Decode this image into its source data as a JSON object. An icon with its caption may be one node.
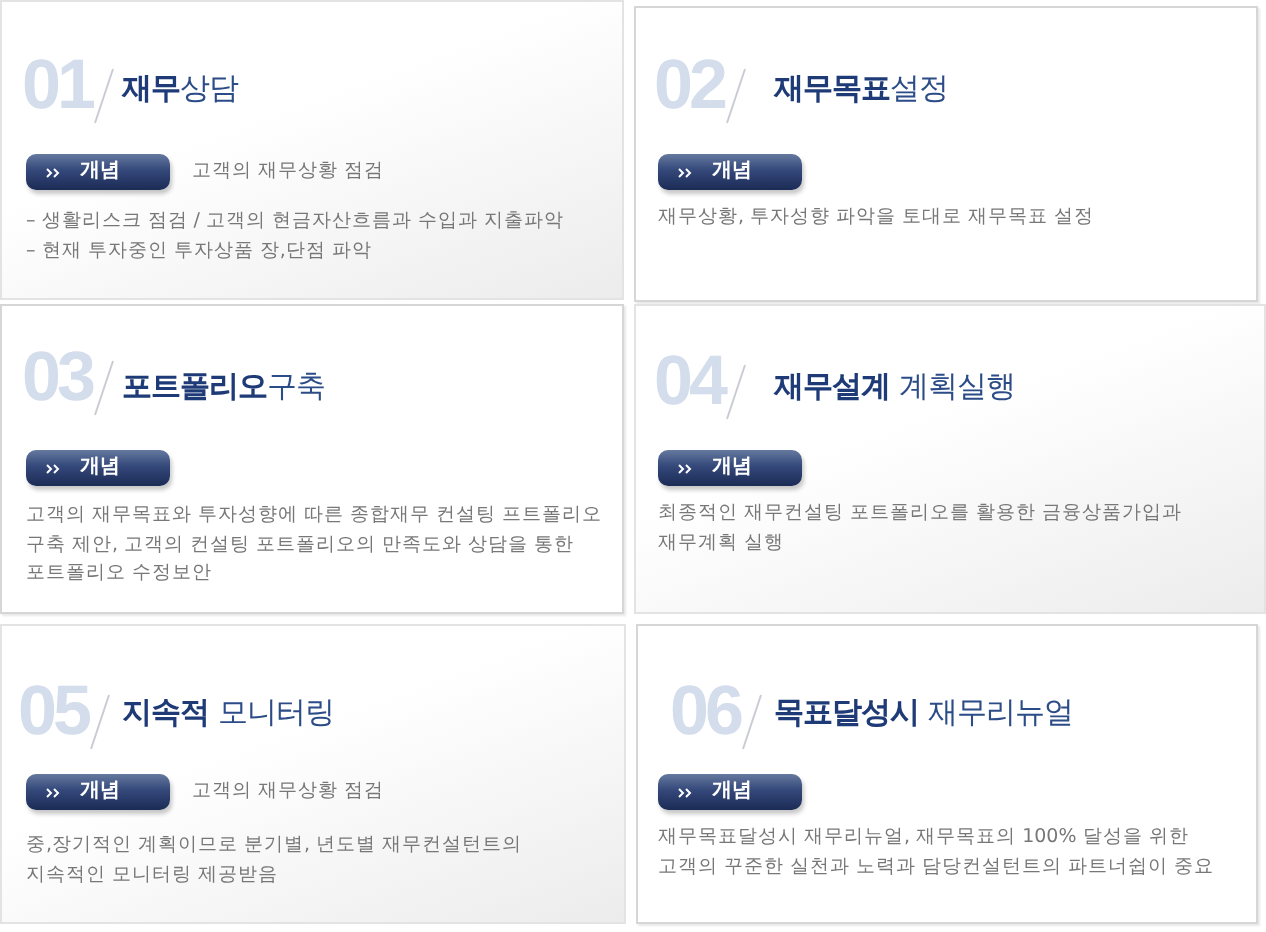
{
  "diagram": {
    "nodes": [
      {
        "text": [
          "01",
          "**재무**상담",
          "– 생활리스크 점검 / 고객의 현금자산흐름과 수입과 지출파악",
          "– 현재 투자중인 투자상품 장,단점 파악"
        ]
      },
      {
        "text": [
          "개념"
        ],
        "in": 0,
        "beside": [
          "고객의 재무상황 점검"
        ]
      },
      {
        "text": [
          "02",
          "**재무목표**설정",
          "재무상황, 투자성향 파악을 토대로 재무목표 설정"
        ]
      },
      {
        "text": [
          "개념"
        ],
        "in": 2
      },
      {
        "text": [
          "03",
          "**포트폴리오**구축",
          "고객의 재무목표와 투자성향에 따른 종합재무 컨설팅 프트폴리오 구축 제안, 고객의 컨설팅 포트폴리오의 만족도와 상담을 통한 포트폴리오 수정보안"
        ]
      },
      {
        "text": [
          "개념"
        ],
        "in": 4
      },
      {
        "text": [
          "04",
          "**재무설계** 계획실행",
          "최종적인 재무컨설팅 포트폴리오를 활용한 금융상품가입과 재무계획 실행"
        ]
      },
      {
        "text": [
          "개념"
        ],
        "in": 6
      },
      {
        "text": [
          "05",
          "**지속적** 모니터링",
          "중,장기적인 계획이므로 분기별, 년도별 재무컨설턴트의 지속적인 모니터링 제공받음"
        ]
      },
      {
        "text": [
          "개념"
        ],
        "in": 8,
        "beside": [
          "고객의 재무상황 점검"
        ]
      },
      {
        "text": [
          "06",
          "**목표달성시** 재무리뉴얼",
          "재무목표달성시 재무리뉴얼, 재무목표의 100% 달성을 위한 고객의 꾸준한 실천과 노력과 담당컨설턴트의 파트너쉽이 중요"
        ]
      },
      {
        "text": [
          "개념"
        ],
        "in": 10
      }
    ]
  }
}
